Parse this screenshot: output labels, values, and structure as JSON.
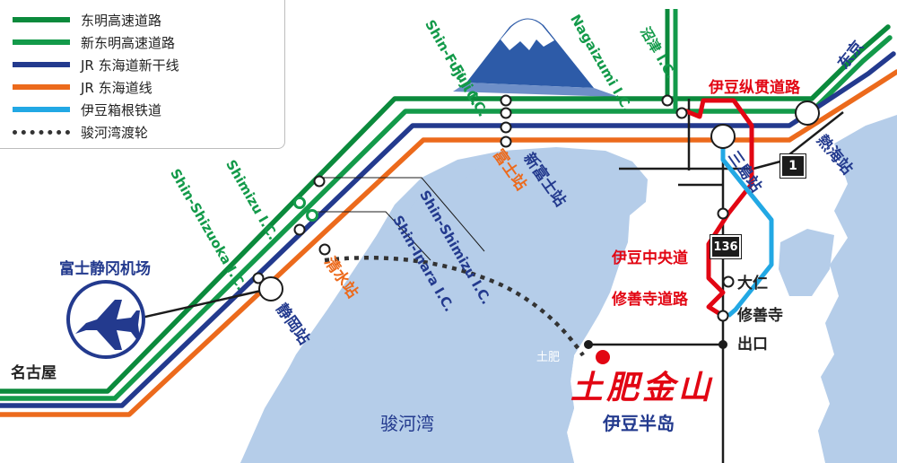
{
  "legend": [
    {
      "label": "东明高速道路",
      "color": "#0b8a3c",
      "style": "solid"
    },
    {
      "label": "新东明高速道路",
      "color": "#139a4a",
      "style": "solid"
    },
    {
      "label": "JR 东海道新干线",
      "color": "#233a8e",
      "style": "solid"
    },
    {
      "label": "JR 东海道线",
      "color": "#ec6a1c",
      "style": "solid"
    },
    {
      "label": "伊豆箱根铁道",
      "color": "#22a8e4",
      "style": "solid"
    },
    {
      "label": "骏河湾渡轮",
      "color": "#333333",
      "style": "dotted"
    }
  ],
  "colors": {
    "sea": "#b5cde9",
    "tomei": "#0b8a3c",
    "shin_tomei": "#139a4a",
    "shinkansen": "#233a8e",
    "tokaido": "#ec6a1c",
    "izuhakone": "#22a8e4",
    "red_road": "#e20613",
    "text_blue": "#233a8e",
    "text_green": "#139a4a",
    "text_orange": "#ec6a1c",
    "text_red": "#e20613",
    "airport": "#233a8e"
  },
  "labels": {
    "tokyo": "东京",
    "nagoya": "名古屋",
    "atami": "熱海站",
    "mishima": "三島站",
    "shin_fuji_station": "新富士站",
    "fuji_station": "富士站",
    "shimizu_station": "清水站",
    "shizuoka_station": "静岡站",
    "numazu_ic": "沼津 I.C.",
    "nagaizumi_ic": "Nagaizumi I.C.",
    "shin_fuji_ic": "Shin-Fuji I.C.",
    "fuji_ic": "Fuji I.C.",
    "shimizu_ic": "Shimizu I.C.",
    "shin_shimizu_ic": "Shin-Shimizu I.C.",
    "shin_inara_ic": "Shin-Inara I.C.",
    "shin_shizuoka_ic": "Shin-Shizuoka I.C.",
    "airport": "富士静冈机场",
    "izu_jukan": "伊豆纵贯道路",
    "izu_chuo": "伊豆中央道",
    "shuzenji_road": "修善寺道路",
    "ohito": "大仁",
    "shuzenji": "修善寺",
    "exit": "出口",
    "toi_small": "土肥",
    "toi_kinzan": "土肥金山",
    "izu_peninsula": "伊豆半岛",
    "suruga_bay": "骏河湾",
    "route_136": "136",
    "route_1": "1"
  }
}
